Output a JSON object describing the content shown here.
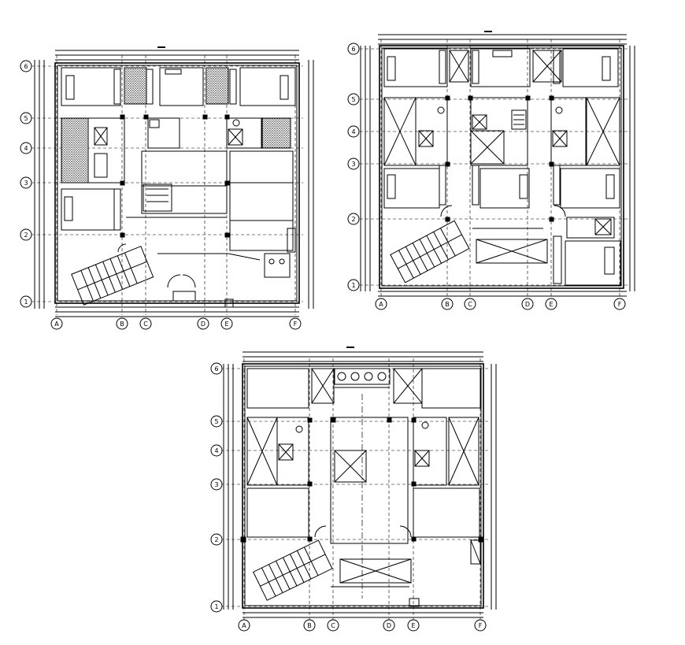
{
  "drawing": {
    "plans": [
      {
        "name": "plan-top-left",
        "column_axes": [
          "A",
          "B",
          "C",
          "D",
          "E",
          "F"
        ],
        "row_axes": [
          "1",
          "2",
          "3",
          "4",
          "5",
          "6"
        ]
      },
      {
        "name": "plan-top-right",
        "column_axes": [
          "A",
          "B",
          "C",
          "D",
          "E",
          "F"
        ],
        "row_axes": [
          "1",
          "2",
          "3",
          "4",
          "5",
          "6"
        ]
      },
      {
        "name": "plan-bottom",
        "column_axes": [
          "A",
          "B",
          "C",
          "D",
          "E",
          "F"
        ],
        "row_axes": [
          "1",
          "2",
          "3",
          "4",
          "5",
          "6"
        ]
      }
    ],
    "colors": {
      "line": "#000000",
      "background": "#ffffff"
    }
  }
}
